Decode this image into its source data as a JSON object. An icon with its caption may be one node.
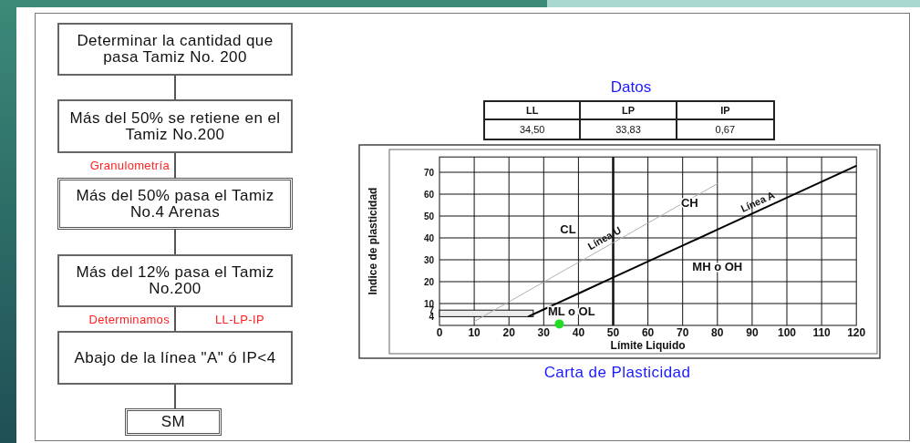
{
  "diagram": {
    "nodes": [
      {
        "text": [
          "Determinar la cantidad que pasa Tamiz No. 200"
        ]
      },
      {
        "text": [
          "Más del 50% se retiene en el Tamiz No.200"
        ]
      },
      {
        "text": [
          "Más del 50%  pasa el Tamiz No.4 Arenas"
        ]
      },
      {
        "text": [
          "Más del 12%  pasa el Tamiz No.200"
        ]
      },
      {
        "text": [
          "Abajo de la línea \"A\" ó IP<4"
        ]
      },
      {
        "text": [
          "SM"
        ]
      }
    ],
    "edges": [
      {
        "from": 0,
        "to": 1,
        "arrow": "none"
      },
      {
        "from": 1,
        "to": 2,
        "arrow": "none"
      },
      {
        "from": 2,
        "to": 3,
        "arrow": "none"
      },
      {
        "from": 3,
        "to": 4,
        "arrow": "none"
      },
      {
        "from": 4,
        "to": 5,
        "arrow": "none"
      }
    ],
    "labels": [
      "Granulometría",
      "Determinamos",
      "LL-LP-IP",
      "Datos",
      "LL",
      "LP",
      "IP",
      "34,50",
      "33,83",
      "0,67",
      "Carta de Plasticidad"
    ],
    "chart_data": {
      "type": "line",
      "xlabel": "Límite Liquido",
      "ylabel": "Indice de plasticidad",
      "x": [
        10,
        20,
        25.5,
        30,
        34.5,
        40,
        50,
        60,
        70,
        80,
        90,
        100,
        110,
        120
      ],
      "series": [
        {
          "name": "Línea A",
          "color": "#000000",
          "values": [
            null,
            null,
            4,
            7.3,
            10.6,
            14.6,
            21.9,
            29.2,
            36.5,
            43.8,
            51.1,
            58.4,
            65.7,
            73
          ]
        },
        {
          "name": "Línea U",
          "color": "#b0b0b0",
          "values": [
            1.8,
            10.8,
            15.8,
            19.8,
            23.9,
            28.8,
            37.8,
            46.8,
            55.8,
            64.8,
            null,
            null,
            null,
            null
          ]
        },
        {
          "color": "#22dd22",
          "marker": "circle",
          "values": [
            null,
            null,
            null,
            null,
            0.67,
            null,
            null,
            null,
            null,
            null,
            null,
            null,
            null,
            null
          ]
        }
      ],
      "xlim": [
        0,
        120
      ],
      "ylim": [
        0,
        77
      ],
      "grid": true,
      "ref_lines": [
        {
          "axis": "x",
          "value": 50
        }
      ],
      "bands": [
        {
          "axis": "y",
          "from": 4,
          "to": 7
        }
      ],
      "xticks": [
        0,
        10,
        20,
        30,
        40,
        50,
        60,
        70,
        80,
        90,
        100,
        110,
        120
      ],
      "yticks": [
        4,
        7,
        10,
        20,
        30,
        40,
        50,
        60,
        70
      ],
      "annotations": [
        "CL",
        "CH",
        "MH o OH",
        "ML o OL"
      ]
    }
  }
}
